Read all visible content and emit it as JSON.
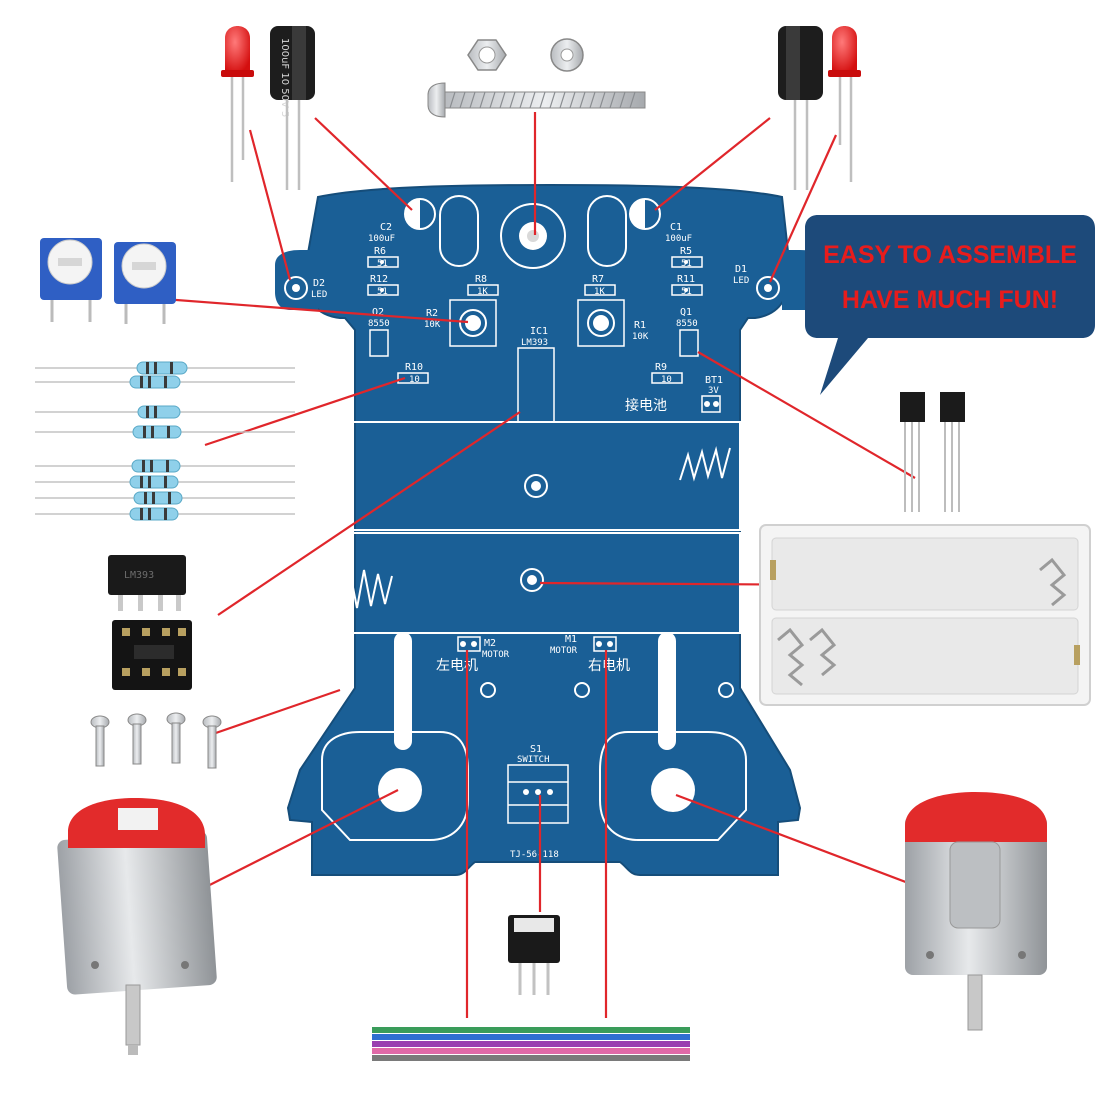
{
  "callout": {
    "line1": "EASY TO ASSEMBLE",
    "line2": "HAVE MUCH FUN!",
    "bubble_color": "#1d4a7a",
    "text_color": "#e81c1c"
  },
  "pcb": {
    "board_color": "#1a5f96",
    "silkscreen": {
      "c2": "C2",
      "c2_value": "100uF",
      "c1": "C1",
      "c1_value": "100uF",
      "r6": "R6",
      "r6_value": "51",
      "r5": "R5",
      "r5_value": "51",
      "r12": "R12",
      "r12_value": "51",
      "r11": "R11",
      "r11_value": "51",
      "r8": "R8",
      "r8_value": "1K",
      "r7": "R7",
      "r7_value": "1K",
      "d2": "D2",
      "d2_type": "LED",
      "d1": "D1",
      "d1_type": "LED",
      "r2": "R2",
      "r2_value": "10K",
      "r1": "R1",
      "r1_value": "10K",
      "q2": "Q2",
      "q2_type": "8550",
      "q1": "Q1",
      "q1_type": "8550",
      "ic1": "IC1",
      "ic1_type": "LM393",
      "r10": "R10",
      "r10_value": "10",
      "r9": "R9",
      "r9_value": "10",
      "bt1": "BT1",
      "bt1_value": "3V",
      "battery_cn": "接电池",
      "m2": "M2",
      "m2_type": "MOTOR",
      "m1": "M1",
      "m1_type": "MOTOR",
      "left_motor_cn": "左电机",
      "right_motor_cn": "右电机",
      "s1": "S1",
      "s1_type": "SWITCH",
      "board_id": "TJ-56-118"
    }
  },
  "parts": {
    "capacitor_marking": "100uF 10 50V 5",
    "ic_marking": "LM393",
    "wire_colors": [
      "#3a9c5a",
      "#2f6fd0",
      "#9a3fb0",
      "#e06aa8",
      "#7a7a7a"
    ]
  }
}
